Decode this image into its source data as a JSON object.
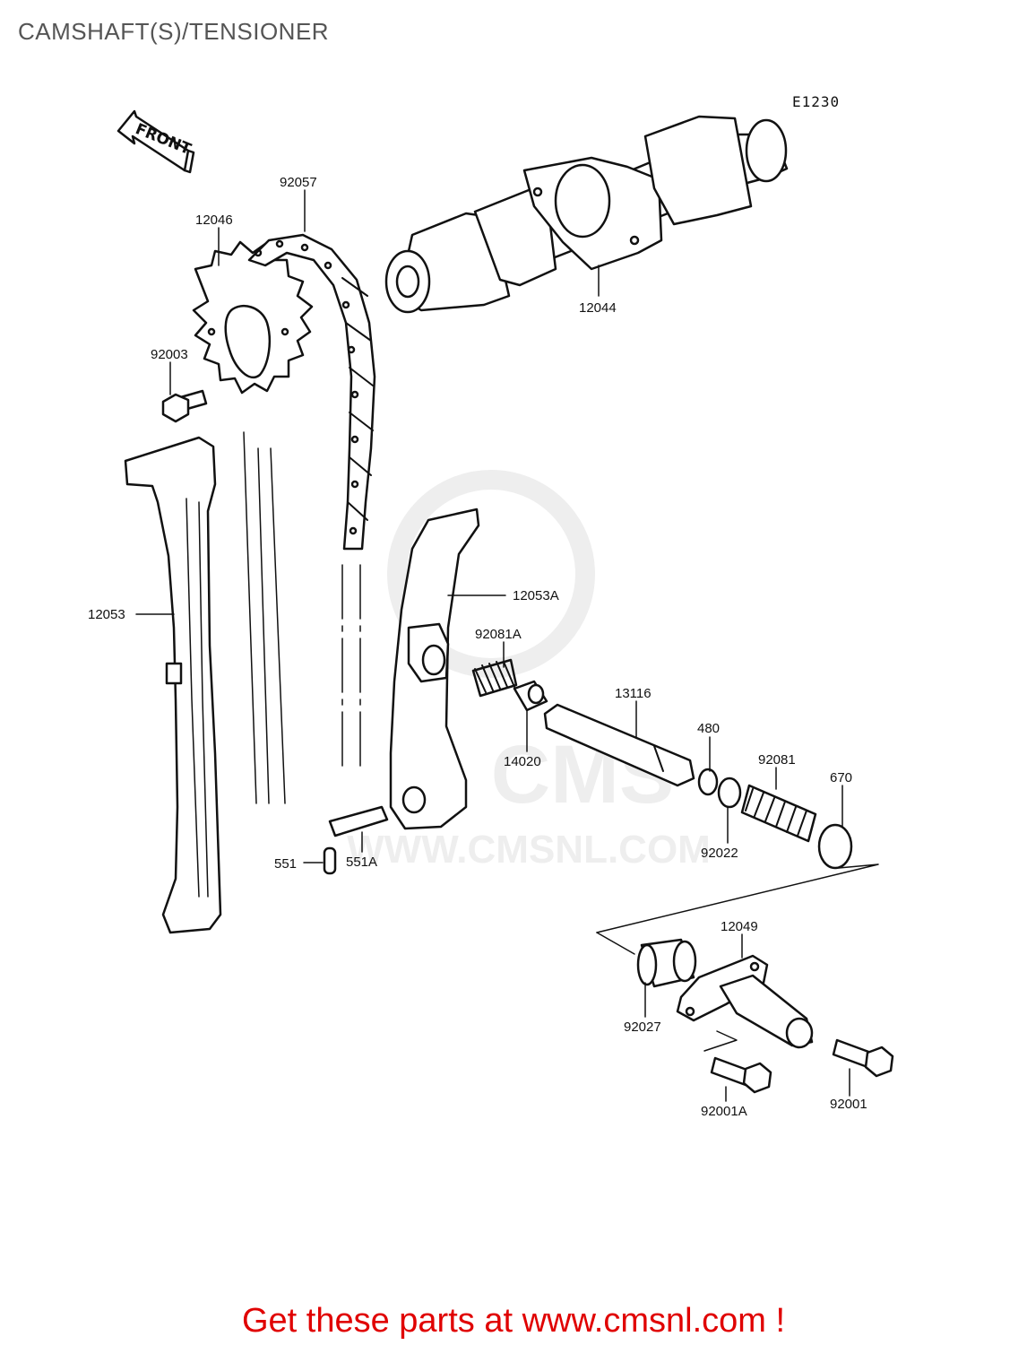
{
  "title": "CAMSHAFT(S)/TENSIONER",
  "diagram_code": "E1230",
  "front_label": "FRONT",
  "parts": {
    "p92057": "92057",
    "p12046": "12046",
    "p12044": "12044",
    "p92003": "92003",
    "p12053": "12053",
    "p12053A": "12053A",
    "p92081A": "92081A",
    "p13116": "13116",
    "p480": "480",
    "p92081": "92081",
    "p670": "670",
    "p14020": "14020",
    "p92022": "92022",
    "p551": "551",
    "p551A": "551A",
    "p12049": "12049",
    "p92027": "92027",
    "p92001A": "92001A",
    "p92001": "92001"
  },
  "watermark": {
    "brand": "CMS",
    "url": "WWW.CMSNL.COM"
  },
  "footer": "Get these parts at www.cmsnl.com !"
}
